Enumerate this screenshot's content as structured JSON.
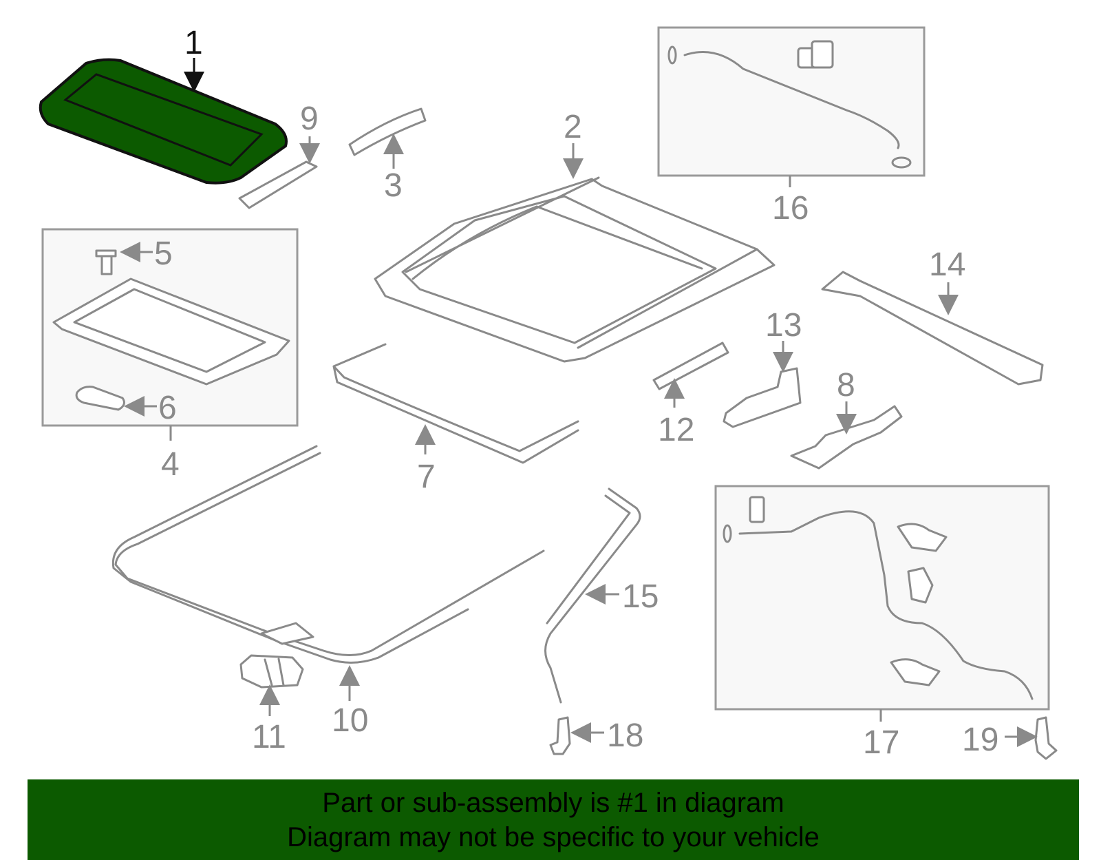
{
  "colors": {
    "highlight": "#0c5a00",
    "line": "#8a8a8a",
    "banner_bg": "#0c5a00"
  },
  "callouts": {
    "c1": "1",
    "c2": "2",
    "c3": "3",
    "c4": "4",
    "c5": "5",
    "c6": "6",
    "c7": "7",
    "c8": "8",
    "c9": "9",
    "c10": "10",
    "c11": "11",
    "c12": "12",
    "c13": "13",
    "c14": "14",
    "c15": "15",
    "c16": "16",
    "c17": "17",
    "c18": "18",
    "c19": "19"
  },
  "banner": {
    "line1": "Part or sub-assembly is #1 in diagram",
    "line2": "Diagram may not be specific to your vehicle"
  }
}
